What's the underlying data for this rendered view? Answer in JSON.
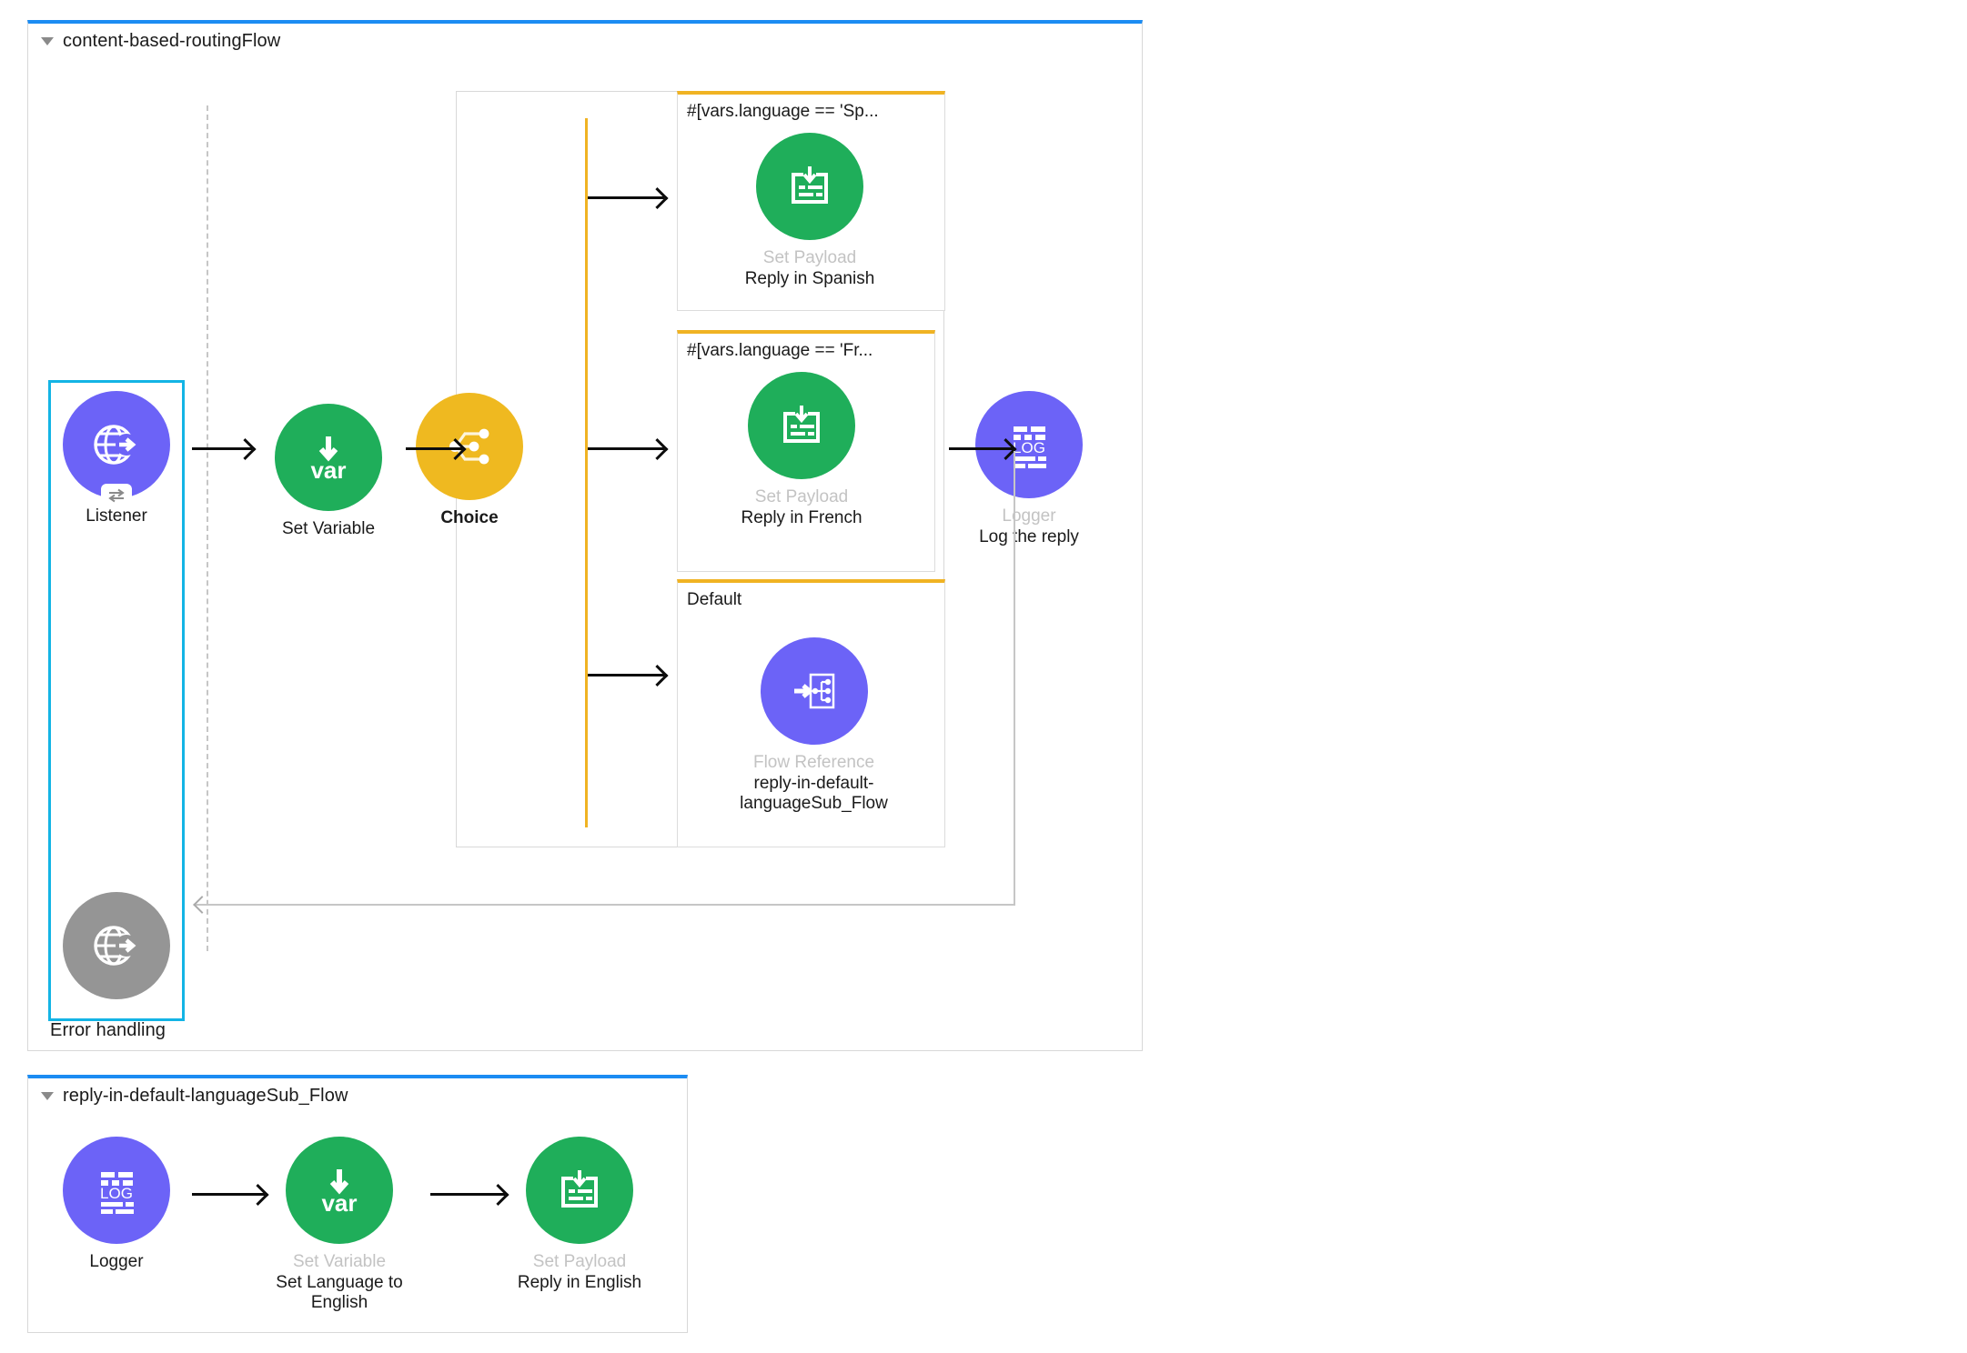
{
  "main_flow": {
    "title": "content-based-routingFlow",
    "collapse_icon": "triangle-down-icon",
    "error_handling": {
      "label": "Error handling",
      "collapse_icon": "triangle-right-icon"
    },
    "nodes": {
      "listener": {
        "type": "",
        "name": "Listener",
        "icon": "globe-arrow-icon",
        "color": "#6c63f7",
        "selected": true
      },
      "set_variable": {
        "type": "",
        "name": "Set Variable",
        "icon": "var-down-arrow-icon",
        "color": "#1fae5a"
      },
      "choice": {
        "type": "",
        "name": "Choice",
        "icon": "choice-branch-icon",
        "color": "#efb920"
      },
      "logger": {
        "type": "Logger",
        "name": "Log the reply",
        "icon": "log-icon",
        "color": "#6c63f7"
      },
      "response": {
        "type": "",
        "name": "",
        "icon": "globe-arrow-icon",
        "color": "#959595",
        "selected": true
      }
    },
    "routes": [
      {
        "label": "#[vars.language == 'Sp...",
        "node": {
          "type": "Set Payload",
          "name": "Reply in Spanish",
          "icon": "set-payload-icon",
          "color": "#1fae5a"
        }
      },
      {
        "label": "#[vars.language == 'Fr...",
        "node": {
          "type": "Set Payload",
          "name": "Reply in French",
          "icon": "set-payload-icon",
          "color": "#1fae5a"
        }
      },
      {
        "label": "Default",
        "node": {
          "type": "Flow Reference",
          "name": "reply-in-default-languageSub_Flow",
          "icon": "flow-reference-icon",
          "color": "#6c63f7"
        }
      }
    ]
  },
  "sub_flow": {
    "title": "reply-in-default-languageSub_Flow",
    "collapse_icon": "triangle-down-icon",
    "nodes": [
      {
        "type": "",
        "name": "Logger",
        "icon": "log-icon",
        "color": "#6c63f7"
      },
      {
        "type": "Set Variable",
        "name": "Set Language to English",
        "icon": "var-down-arrow-icon",
        "color": "#1fae5a"
      },
      {
        "type": "Set Payload",
        "name": "Reply in English",
        "icon": "set-payload-icon",
        "color": "#1fae5a"
      }
    ]
  },
  "colors": {
    "accent_blue": "#1b8cf3",
    "selection": "#13b4e5",
    "choice_rail": "#f0b323",
    "purple": "#6c63f7",
    "green": "#1fae5a",
    "amber": "#efb920",
    "gray": "#959595"
  }
}
